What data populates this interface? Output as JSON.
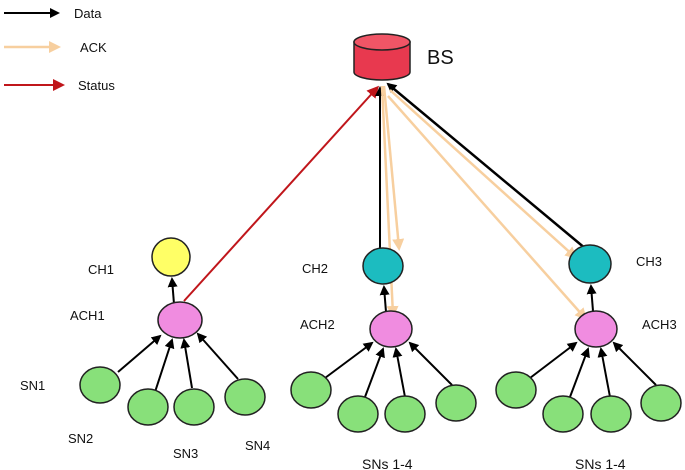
{
  "legend": [
    {
      "label": "Data",
      "color": "#000000"
    },
    {
      "label": "ACK",
      "color": "#f7cf9f"
    },
    {
      "label": "Status",
      "color": "#c0161b"
    }
  ],
  "base_station": {
    "label": "BS",
    "color": "#e8394f"
  },
  "clusters": [
    {
      "ch_label": "CH1",
      "ch_color": "#ffff66",
      "ach_label": "ACH1",
      "ach_color": "#f08ce0",
      "sn_labels": [
        "SN1",
        "SN2",
        "SN3",
        "SN4"
      ],
      "group_label": ""
    },
    {
      "ch_label": "CH2",
      "ch_color": "#1cbcc0",
      "ach_label": "ACH2",
      "ach_color": "#f08ce0",
      "sn_labels": [],
      "group_label": "SNs 1-4"
    },
    {
      "ch_label": "CH3",
      "ch_color": "#1cbcc0",
      "ach_label": "ACH3",
      "ach_color": "#f08ce0",
      "sn_labels": [],
      "group_label": "SNs 1-4"
    }
  ],
  "sensor_color": "#88e07a"
}
